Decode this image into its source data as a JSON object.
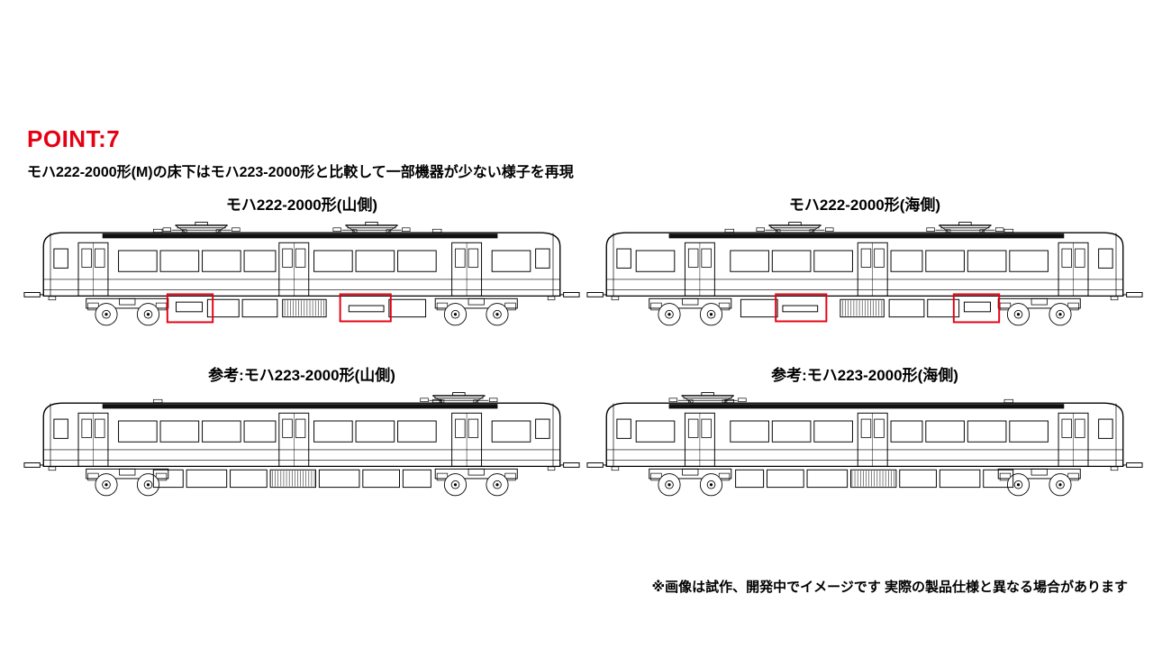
{
  "header": {
    "point_label": "POINT:7",
    "description": "モハ222-2000形(M)の床下はモハ223-2000形と比較して一部機器が少ない様子を再現",
    "accent_color": "#e60012"
  },
  "diagrams": [
    {
      "id": "moha222-yama",
      "title": "モハ222-2000形(山側)",
      "series": "222",
      "side": "yama",
      "highlighted": true
    },
    {
      "id": "moha222-umi",
      "title": "モハ222-2000形(海側)",
      "series": "222",
      "side": "umi",
      "highlighted": true
    },
    {
      "id": "moha223-yama",
      "title": "参考:モハ223-2000形(山側)",
      "series": "223",
      "side": "yama",
      "highlighted": false
    },
    {
      "id": "moha223-umi",
      "title": "参考:モハ223-2000形(海側)",
      "series": "223",
      "side": "umi",
      "highlighted": false
    }
  ],
  "footer": {
    "disclaimer": "※画像は試作、開発中でイメージです 実際の製品仕様と異なる場合があります"
  },
  "colors": {
    "highlight": "#e60012",
    "line": "#000000"
  }
}
